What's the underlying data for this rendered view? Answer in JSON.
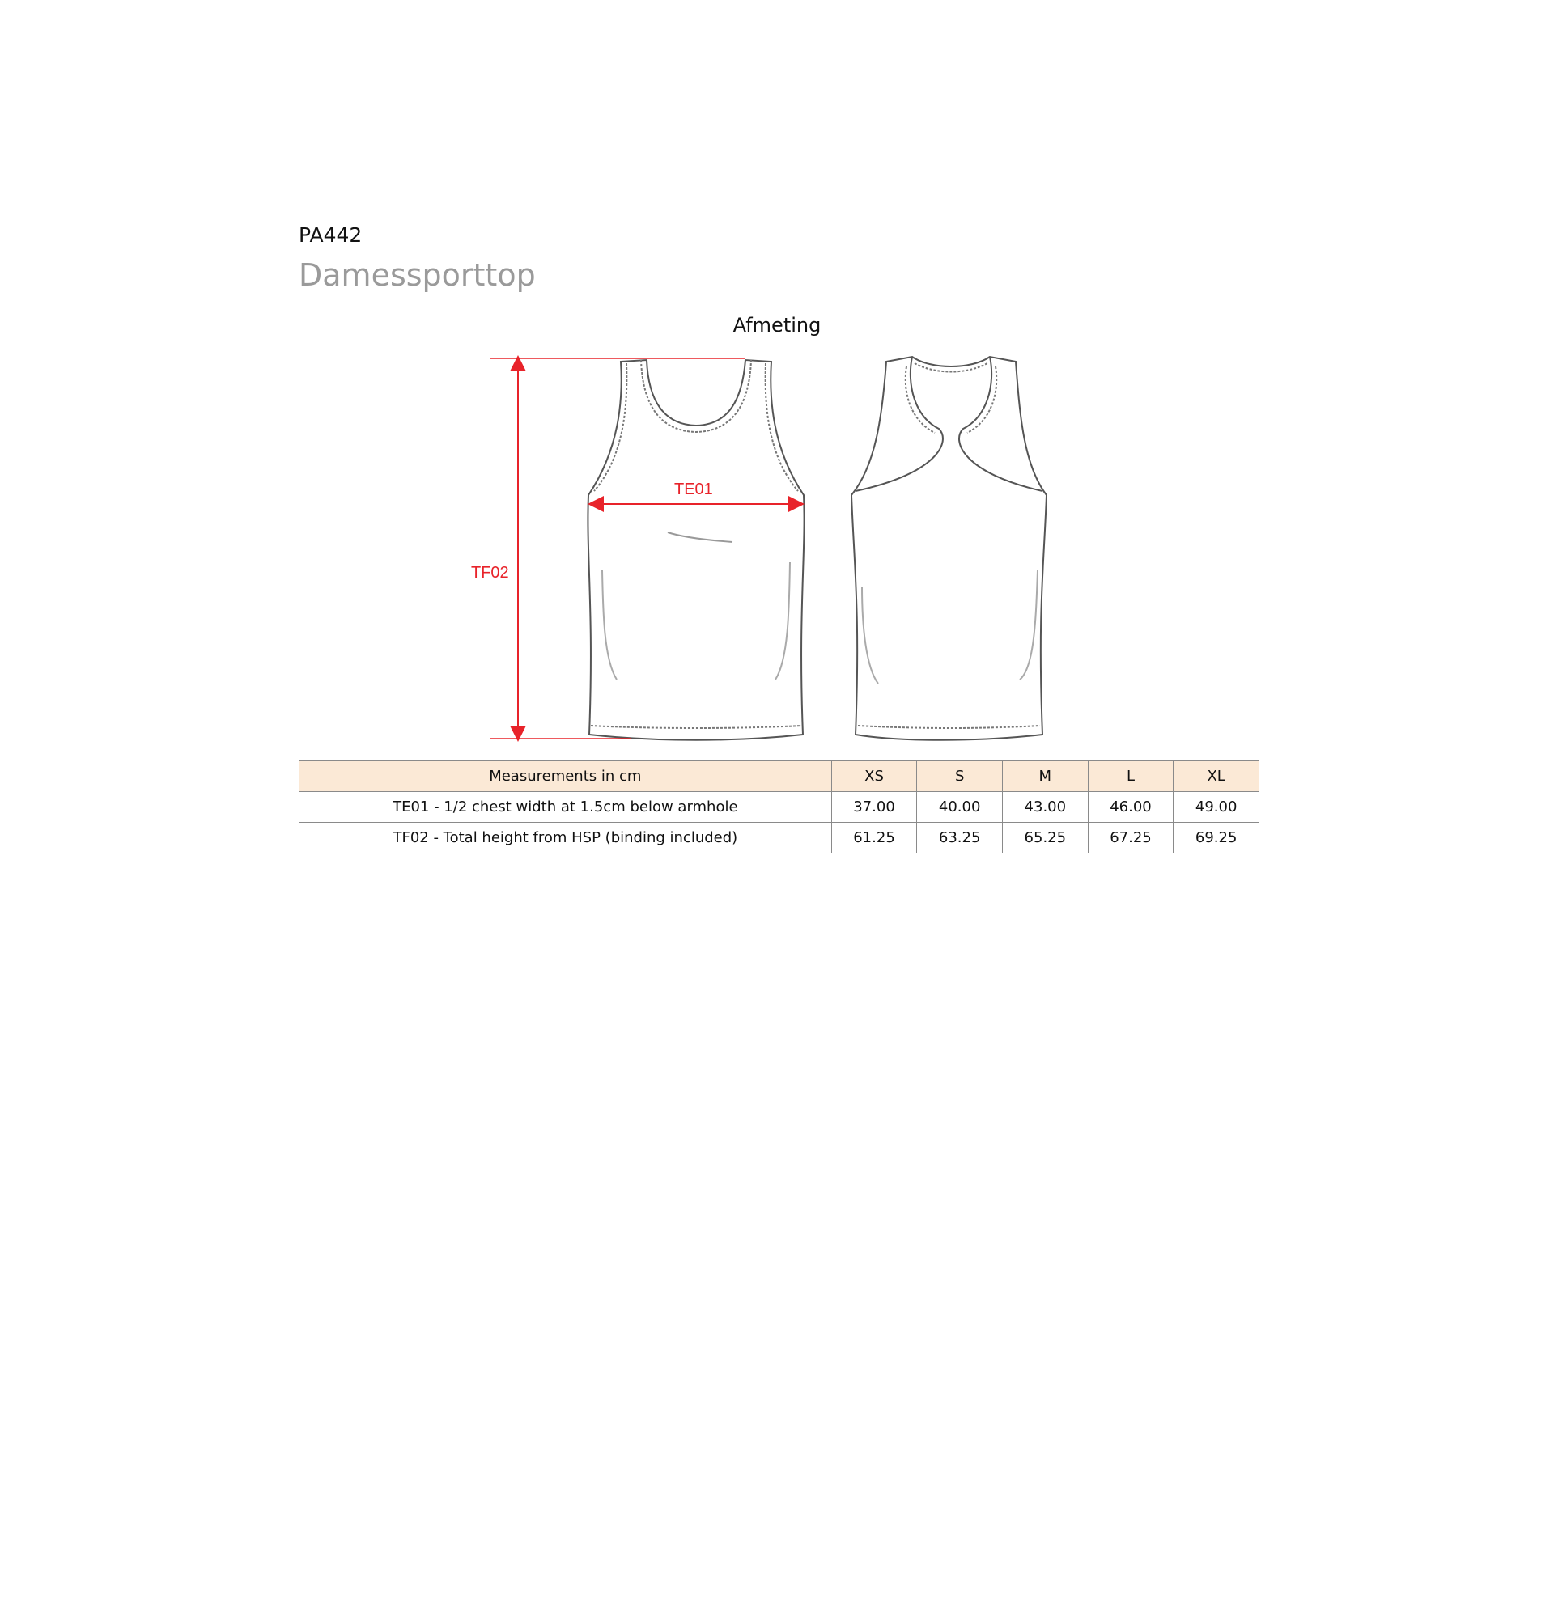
{
  "product": {
    "code": "PA442",
    "name": "Damessporttop"
  },
  "section_title": "Afmeting",
  "diagram": {
    "chest_label": "TE01",
    "height_label": "TF02",
    "annotation_color": "#e8232a",
    "outline_color": "#555555"
  },
  "table": {
    "header_label": "Measurements in cm",
    "sizes": [
      "XS",
      "S",
      "M",
      "L",
      "XL"
    ],
    "rows": [
      {
        "label": "TE01 - 1/2 chest width at 1.5cm below armhole",
        "values": [
          "37.00",
          "40.00",
          "43.00",
          "46.00",
          "49.00"
        ]
      },
      {
        "label": "TF02 - Total height from HSP (binding included)",
        "values": [
          "61.25",
          "63.25",
          "65.25",
          "67.25",
          "69.25"
        ]
      }
    ],
    "header_bg": "#fbe9d6"
  }
}
